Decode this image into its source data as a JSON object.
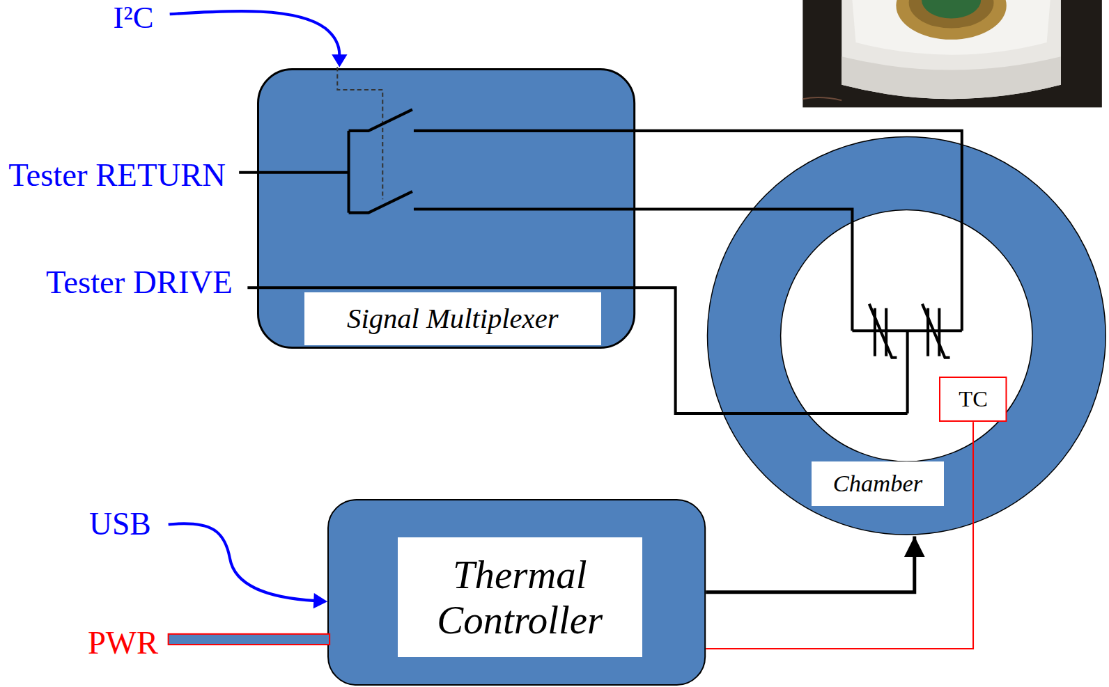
{
  "diagram": {
    "nodes": [
      {
        "text": [
          "Signal Multiplexer"
        ]
      },
      {
        "text": [
          "Chamber"
        ]
      },
      {
        "text": [
          "TC"
        ],
        "in": 1
      },
      {
        "text": [
          "Thermal Controller"
        ]
      }
    ],
    "edges": [
      {
        "from": 3,
        "to": 1,
        "arrow": "to"
      },
      {
        "from": 2,
        "to": 3,
        "arrow": "none"
      }
    ],
    "labels": [
      "I²C",
      "Tester RETURN",
      "Tester DRIVE",
      "USB",
      "PWR"
    ]
  }
}
